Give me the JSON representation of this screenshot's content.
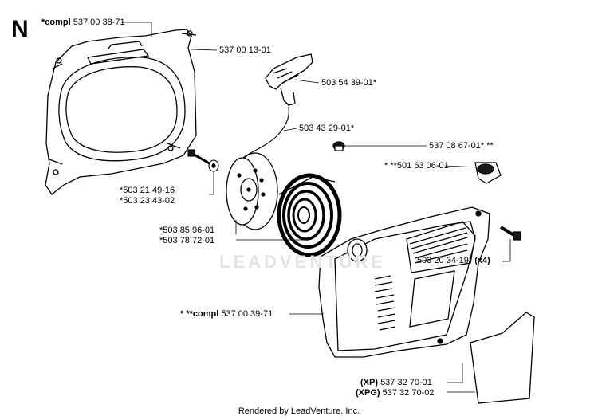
{
  "section_letter": "N",
  "watermark": "LEADVENTURE",
  "footer": "Rendered by LeadVenture, Inc.",
  "labels": {
    "housing_compl_prefix": "*compl",
    "housing_compl": "537 00 38-71",
    "housing": "537 00 13-01",
    "handle": "503 54 39-01*",
    "rope": "503 43 29-01*",
    "nut": "537 08 67-01* **",
    "plug_prefix": "* **",
    "plug": "501 63 06-01",
    "screw_a": "*503 21 49-16",
    "screw_b": "*503 23 43-02",
    "pulley": "*503 85 96-01",
    "spring": "*503 78 72-01",
    "cover_screw": "503 20 34-19*",
    "cover_screw_qty": "(x4)",
    "cover_compl_prefix": "* **compl",
    "cover_compl": "537 00 39-71",
    "decal_xp_tag": "(XP)",
    "decal_xp": "537 32 70-01",
    "decal_xpg_tag": "(XPG)",
    "decal_xpg": "537 32 70-02"
  },
  "colors": {
    "line": "#000000",
    "fill_dark": "#1a1a1a",
    "watermark": "#e3e3e3"
  }
}
